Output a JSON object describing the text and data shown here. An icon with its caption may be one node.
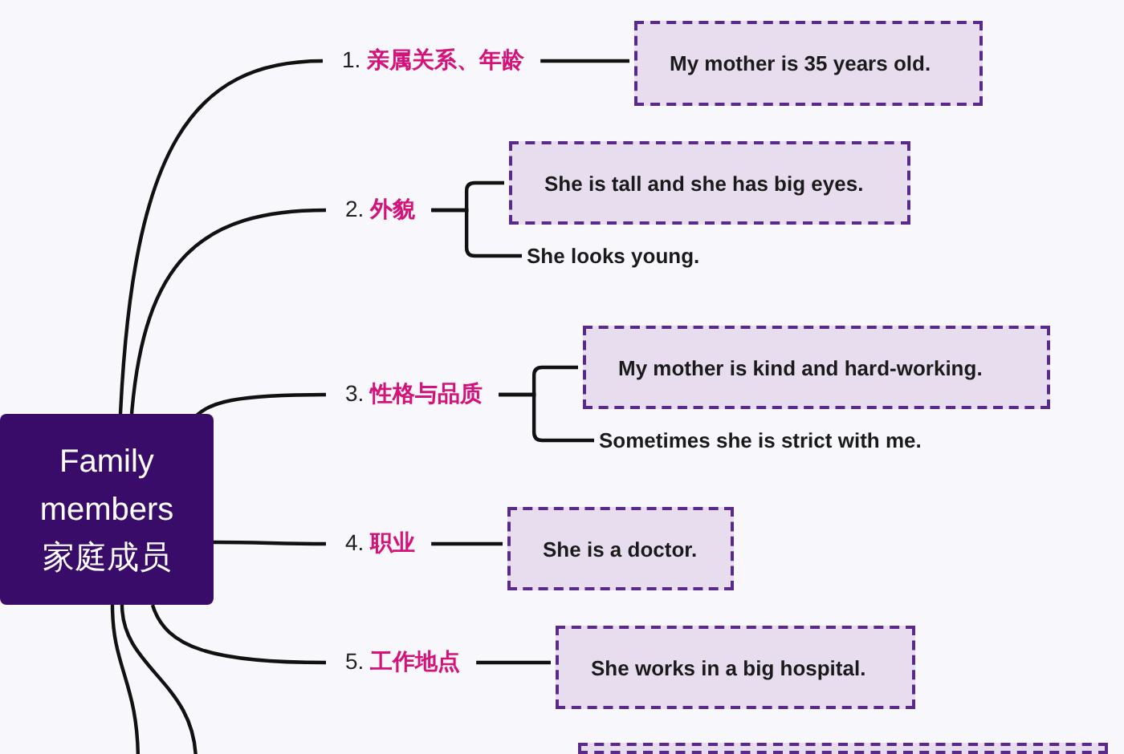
{
  "diagram": {
    "nodes": [
      {
        "text": [
          "Family members",
          "家庭成员"
        ]
      },
      {
        "text": [
          "1. **亲属关系、年龄**"
        ]
      },
      {
        "text": [
          "My mother is 35 years old."
        ]
      },
      {
        "text": [
          "2. **外貌**"
        ]
      },
      {
        "text": [
          "She is tall and she has big eyes."
        ]
      },
      {
        "text": [
          "She looks young."
        ]
      },
      {
        "text": [
          "3. **性格与品质**"
        ]
      },
      {
        "text": [
          "My mother is kind and hard-working."
        ]
      },
      {
        "text": [
          "Sometimes she is strict with me."
        ]
      },
      {
        "text": [
          "4. **职业**"
        ]
      },
      {
        "text": [
          "She is a doctor."
        ]
      },
      {
        "text": [
          "5. **工作地点**"
        ]
      },
      {
        "text": [
          "She works in a big hospital."
        ]
      },
      {
        "text": [],
        "shape": "box"
      }
    ],
    "edges": [
      {
        "from": 0,
        "to": 1,
        "arrow": "none"
      },
      {
        "from": 0,
        "to": 3,
        "arrow": "none"
      },
      {
        "from": 0,
        "to": 6,
        "arrow": "none"
      },
      {
        "from": 0,
        "to": 9,
        "arrow": "none"
      },
      {
        "from": 0,
        "to": 11,
        "arrow": "none"
      },
      {
        "from": 0,
        "to": null,
        "arrow": "none"
      },
      {
        "from": 0,
        "to": null,
        "arrow": "none"
      },
      {
        "from": 1,
        "to": 2,
        "arrow": "none"
      },
      {
        "from": 3,
        "to": 4,
        "arrow": "none"
      },
      {
        "from": 3,
        "to": 5,
        "arrow": "none"
      },
      {
        "from": 6,
        "to": 7,
        "arrow": "none"
      },
      {
        "from": 6,
        "to": 8,
        "arrow": "none"
      },
      {
        "from": 9,
        "to": 10,
        "arrow": "none"
      },
      {
        "from": 11,
        "to": 12,
        "arrow": "none"
      }
    ]
  }
}
